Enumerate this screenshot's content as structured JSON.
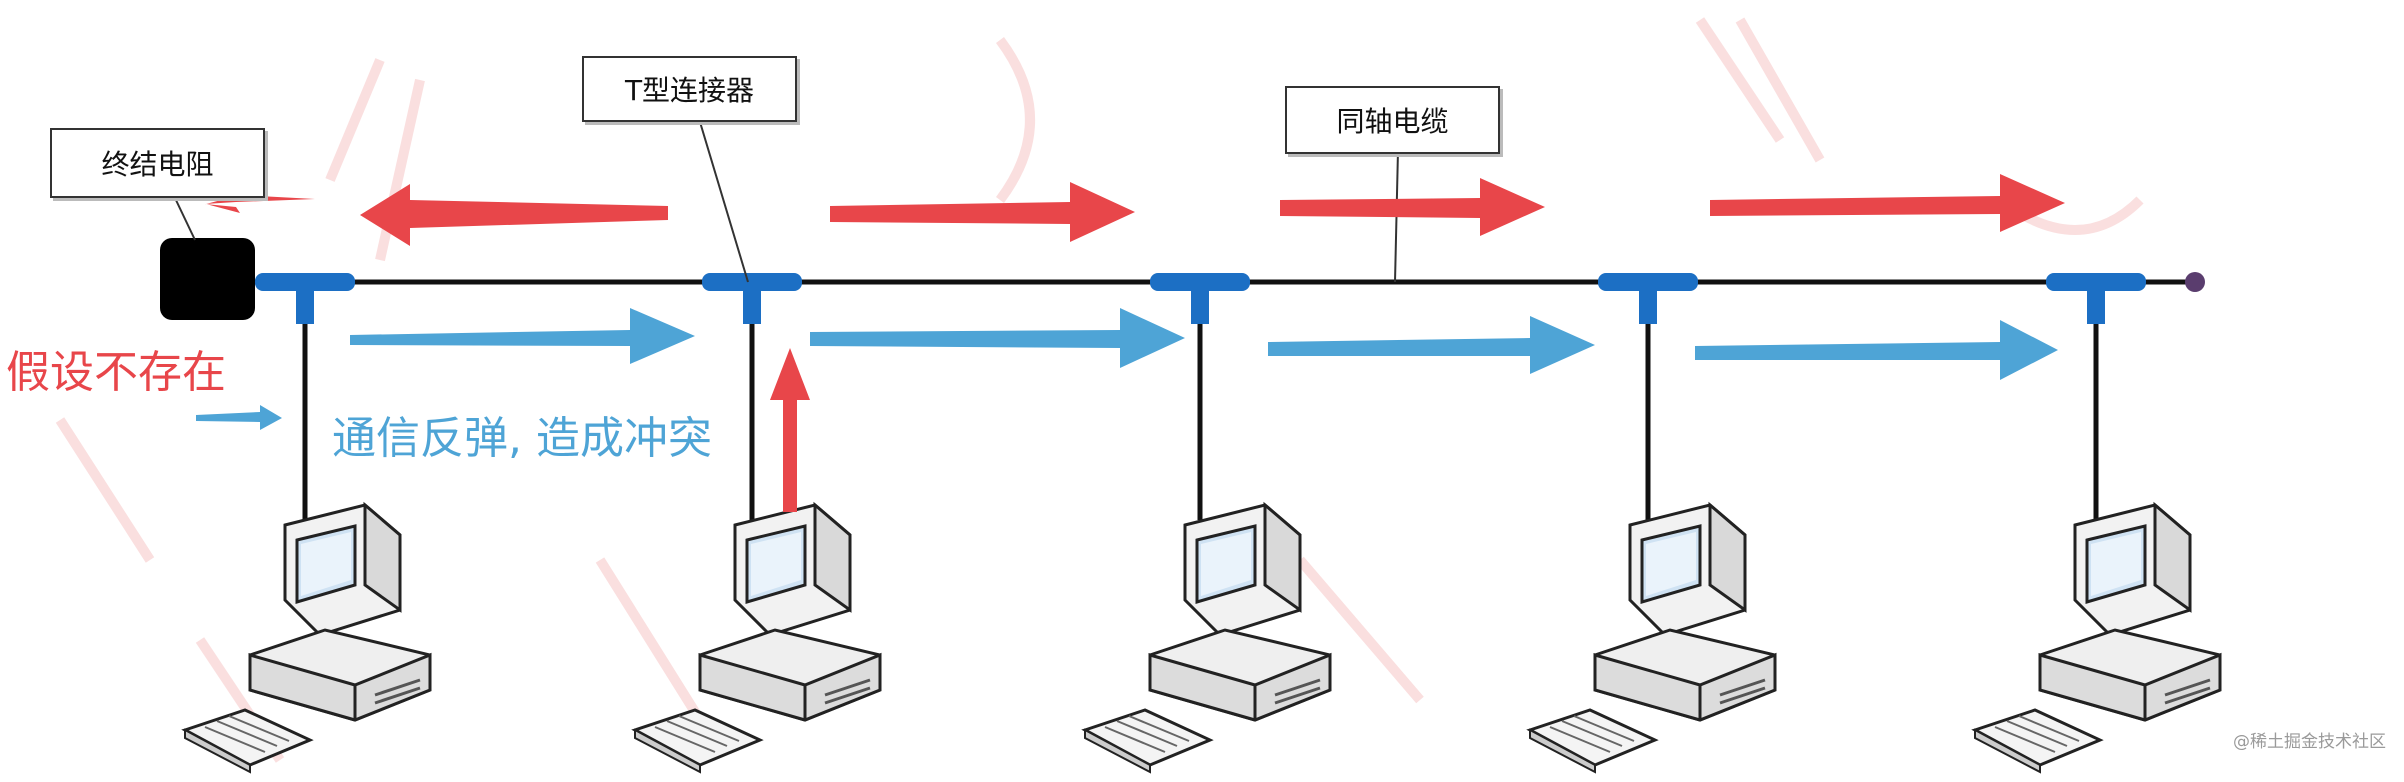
{
  "labels": {
    "terminator": "终结电阻",
    "t_connector": "T型连接器",
    "coax_cable": "同轴电缆"
  },
  "annotations": {
    "assume_absent": "假设不存在",
    "bounce_collision": "通信反弹, 造成冲突"
  },
  "watermark": "@稀土掘金技术社区",
  "colors": {
    "signal_red": "#e8464a",
    "signal_blue": "#4ea4d6",
    "connector_blue": "#1c6fc4",
    "cable": "#111111",
    "terminator": "#000000",
    "end_cap": "#5a3d6e"
  },
  "nodes": [
    {
      "id": "pc-1",
      "icon": "computer-icon"
    },
    {
      "id": "pc-2",
      "icon": "computer-icon"
    },
    {
      "id": "pc-3",
      "icon": "computer-icon"
    },
    {
      "id": "pc-4",
      "icon": "computer-icon"
    },
    {
      "id": "pc-5",
      "icon": "computer-icon"
    }
  ]
}
